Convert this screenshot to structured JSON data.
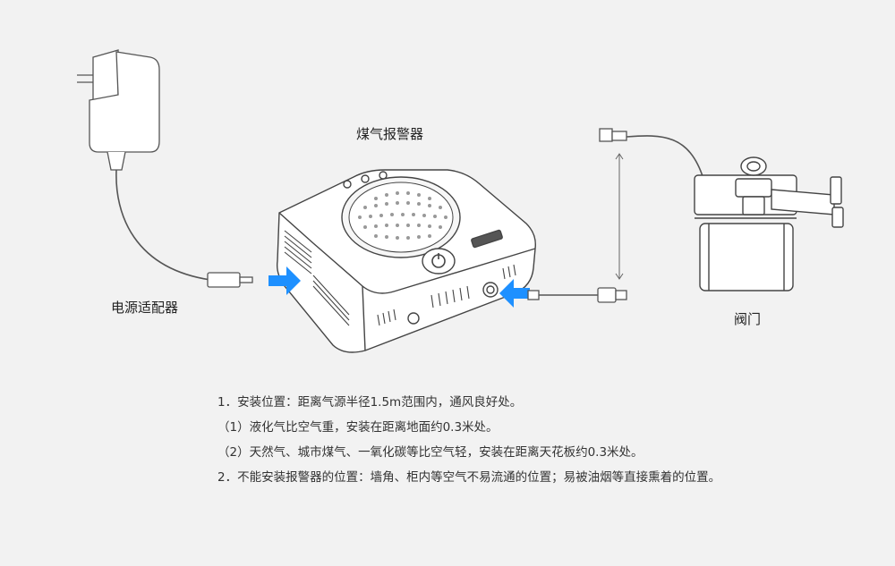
{
  "labels": {
    "detector": "煤气报警器",
    "adapter": "电源适配器",
    "valve": "阀门"
  },
  "notes": [
    "1．安装位置：距离气源半径1.5m范围内，通风良好处。",
    "（1）液化气比空气重，安装在距离地面约0.3米处。",
    "（2）天然气、城市煤气、一氧化碳等比空气轻，安装在距离天花板约0.3米处。",
    "2．不能安装报警器的位置：墙角、柜内等空气不易流通的位置；易被油烟等直接熏着的位置。"
  ],
  "colors": {
    "arrow": "#1e90ff",
    "line": "#555555",
    "background": "#f2f2f2"
  }
}
